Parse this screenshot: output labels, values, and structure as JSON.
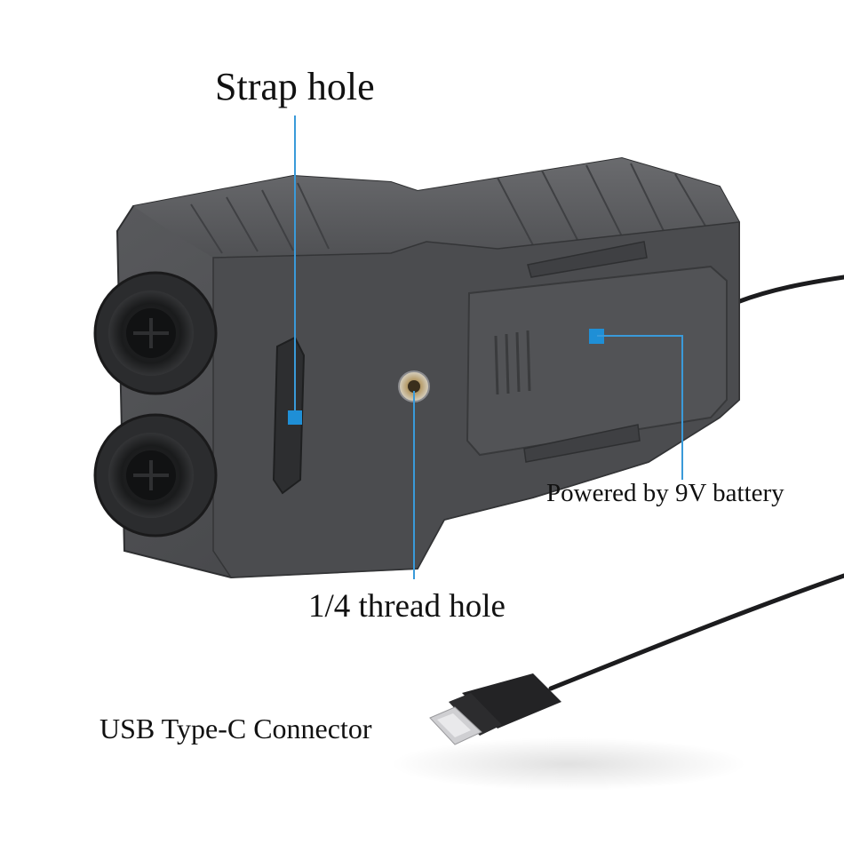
{
  "callouts": {
    "strap_hole": "Strap hole",
    "thread_hole": "1/4 thread hole",
    "battery": "Powered by 9V battery",
    "usb": "USB Type-C Connector"
  },
  "colors": {
    "leader_line": "#3a9ad9",
    "leader_marker": "#1f8fd6",
    "device_body": "#4a4b4e",
    "device_edge": "#2e2f31",
    "cable": "#1c1c1e"
  }
}
